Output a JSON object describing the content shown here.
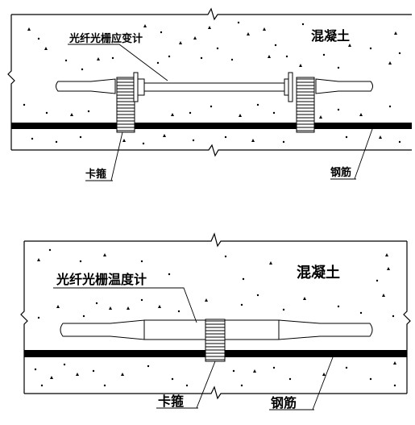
{
  "top_diagram": {
    "sensor_label": "光纤光栅应变计",
    "concrete_label": "混凝土",
    "clamp_label": "卡箍",
    "rebar_label": "钢筋"
  },
  "bottom_diagram": {
    "sensor_label": "光纤光栅温度计",
    "concrete_label": "混凝土",
    "clamp_label": "卡箍",
    "rebar_label": "钢筋"
  }
}
